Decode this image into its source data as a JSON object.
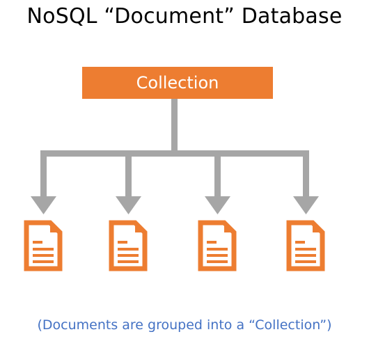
{
  "title": "NoSQL “Document” Database",
  "collection": {
    "label": "Collection"
  },
  "documents": [
    {
      "icon": "document-icon"
    },
    {
      "icon": "document-icon"
    },
    {
      "icon": "document-icon"
    },
    {
      "icon": "document-icon"
    }
  ],
  "caption": "(Documents are grouped into a “Collection”)",
  "colors": {
    "accent": "#ed7d31",
    "connector": "#a6a6a6",
    "caption": "#4472c4"
  }
}
